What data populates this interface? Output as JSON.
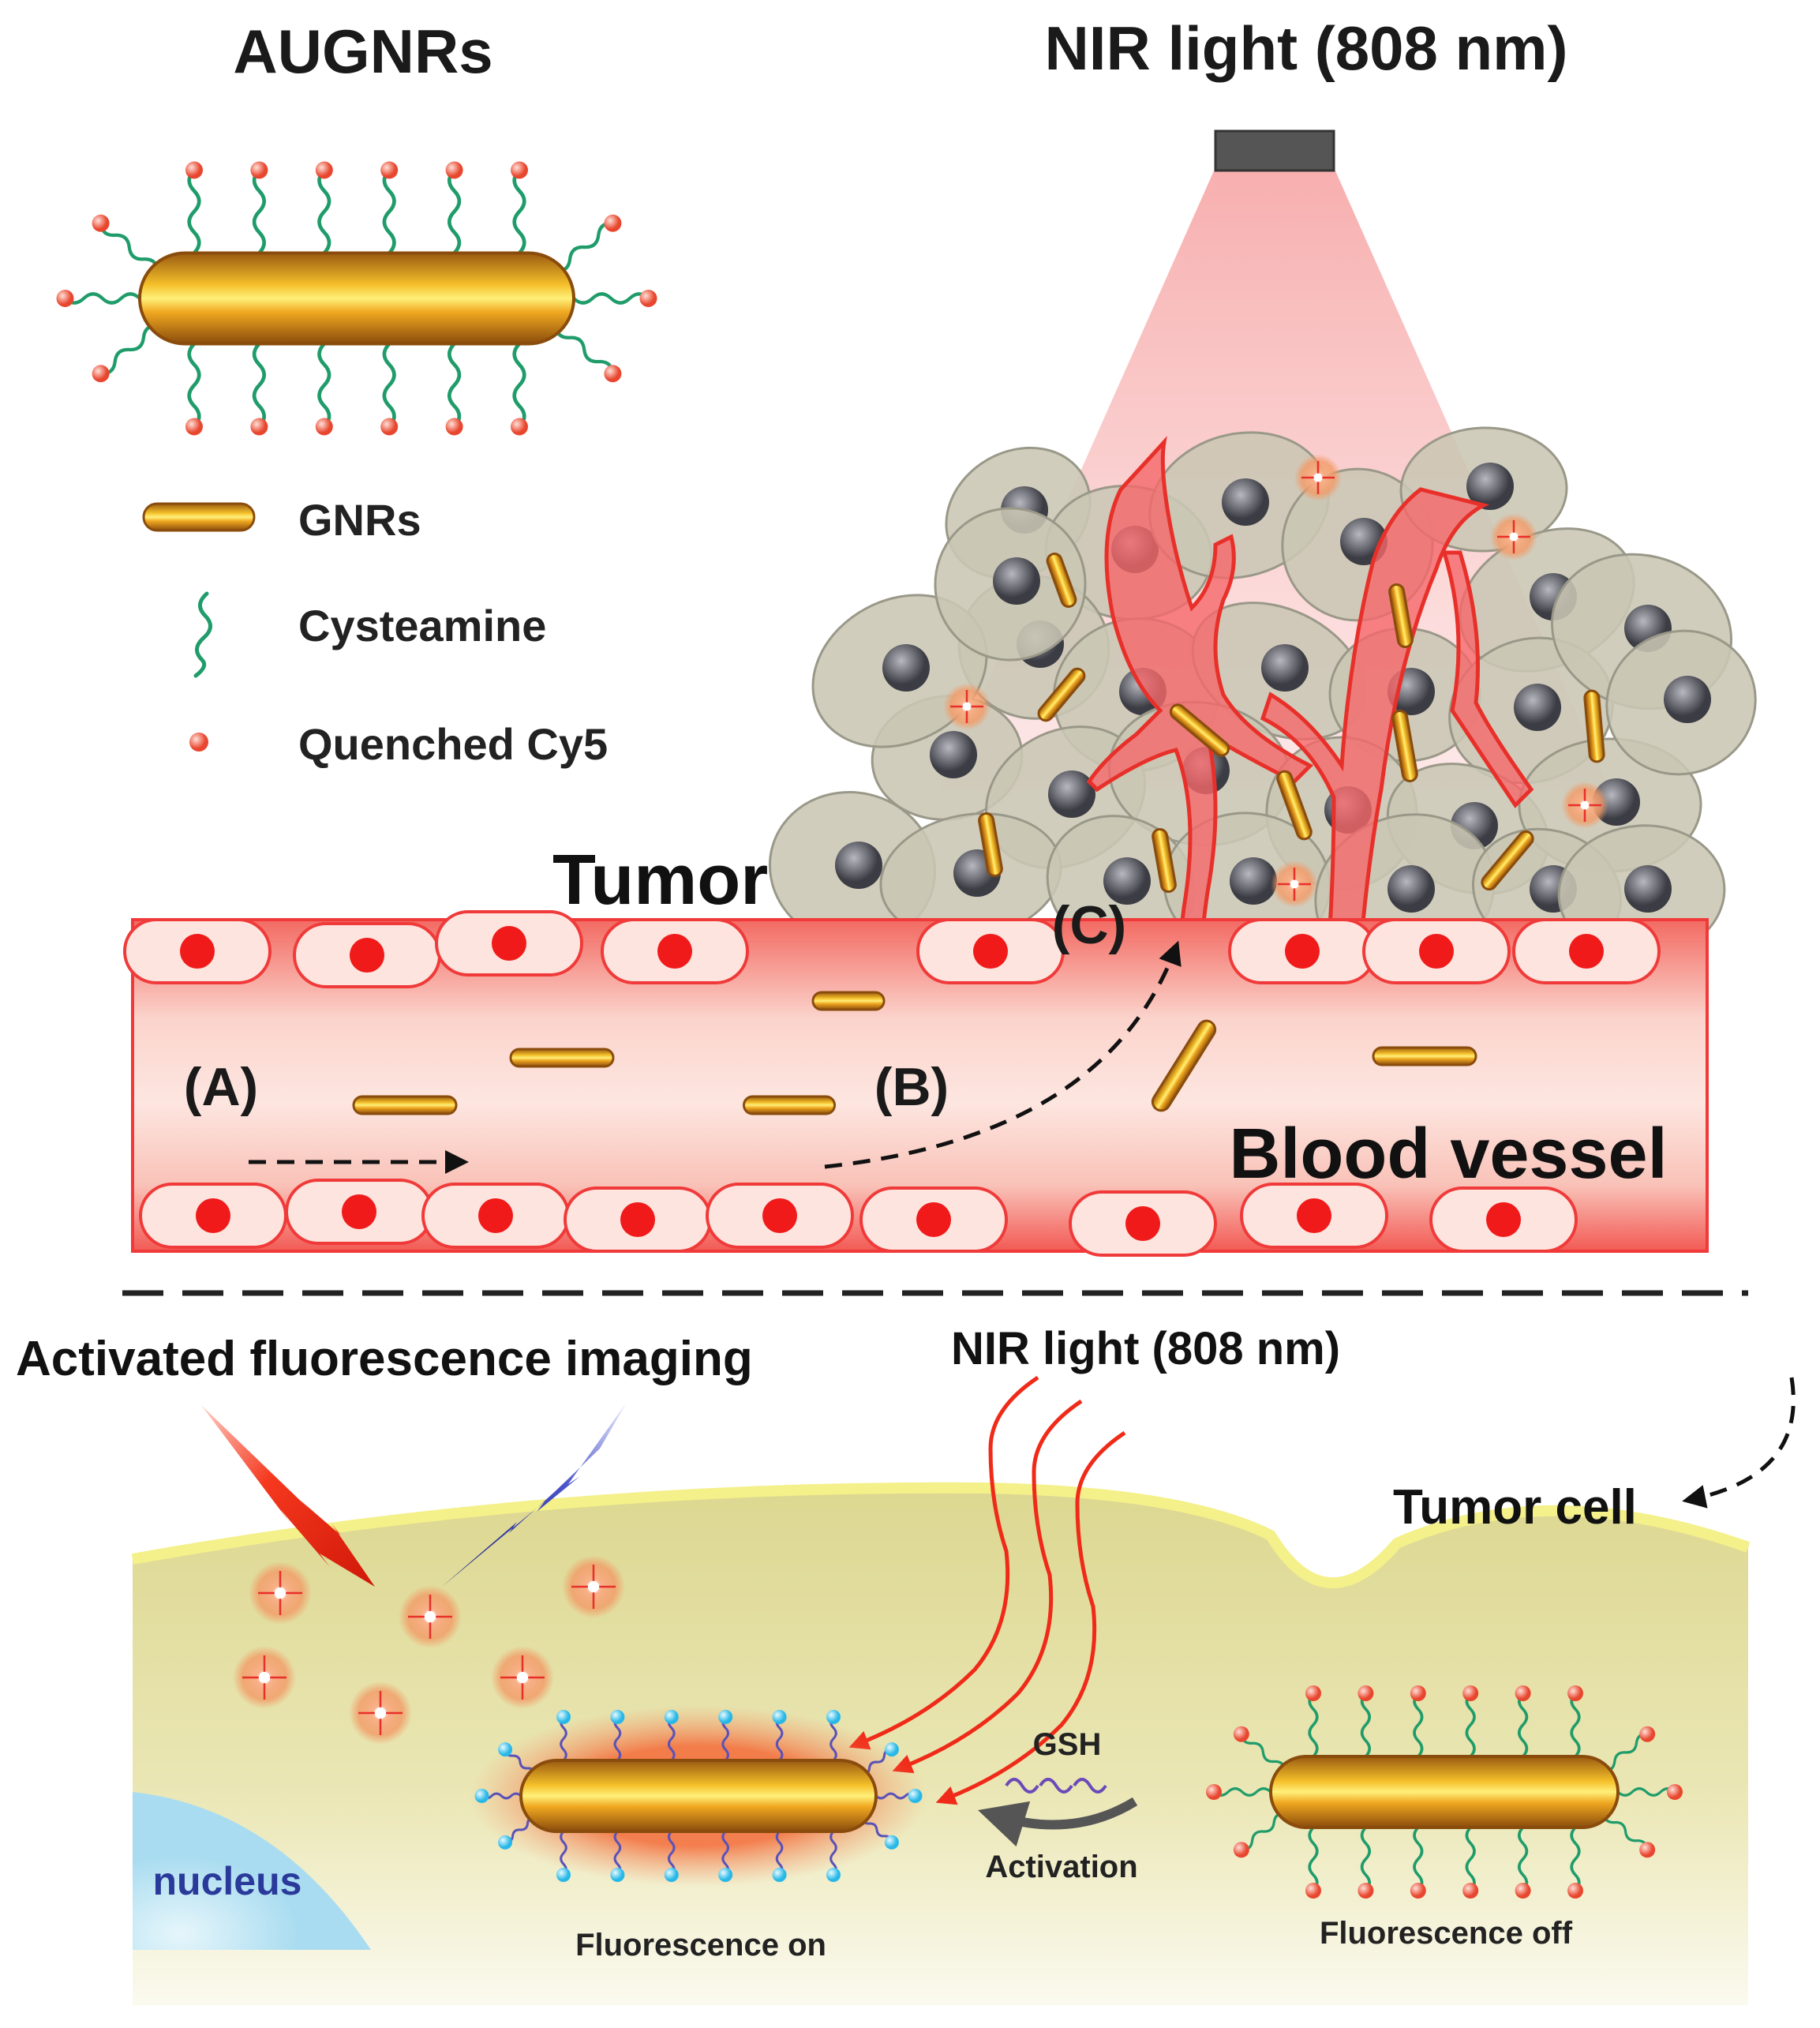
{
  "labels": {
    "augnrs_title": "AUGNRs",
    "nir_title": "NIR light (808 nm)",
    "legend_gnrs": "GNRs",
    "legend_cysteamine": "Cysteamine",
    "legend_cy5": "Quenched Cy5",
    "tumor": "Tumor",
    "blood_vessel": "Blood vessel",
    "step_a": "(A)",
    "step_b": "(B)",
    "step_c": "(C)",
    "activated_imaging": "Activated fluorescence imaging",
    "nir_small": "NIR light (808 nm)",
    "tumor_cell": "Tumor cell",
    "nucleus": "nucleus",
    "gsh": "GSH",
    "activation": "Activation",
    "fluorescence_on": "Fluorescence on",
    "fluorescence_off": "Fluorescence off"
  },
  "colors": {
    "gold": "#e0a21a",
    "gold_dark": "#9a5a10",
    "vessel_red": "#f03a3a",
    "vessel_fill": "#f8b6b0",
    "cysteamine_green": "#1f9c6a",
    "cy5_red": "#f06a5a",
    "tumor_cell_gray": "#c9c6b4",
    "cell_yellow": "#e2de9a",
    "nucleus_blue": "#bfe4f4",
    "nir_beam": "#f59a9a",
    "lightning_red": "#f02a18",
    "lightning_blue": "#2a2f9a"
  }
}
